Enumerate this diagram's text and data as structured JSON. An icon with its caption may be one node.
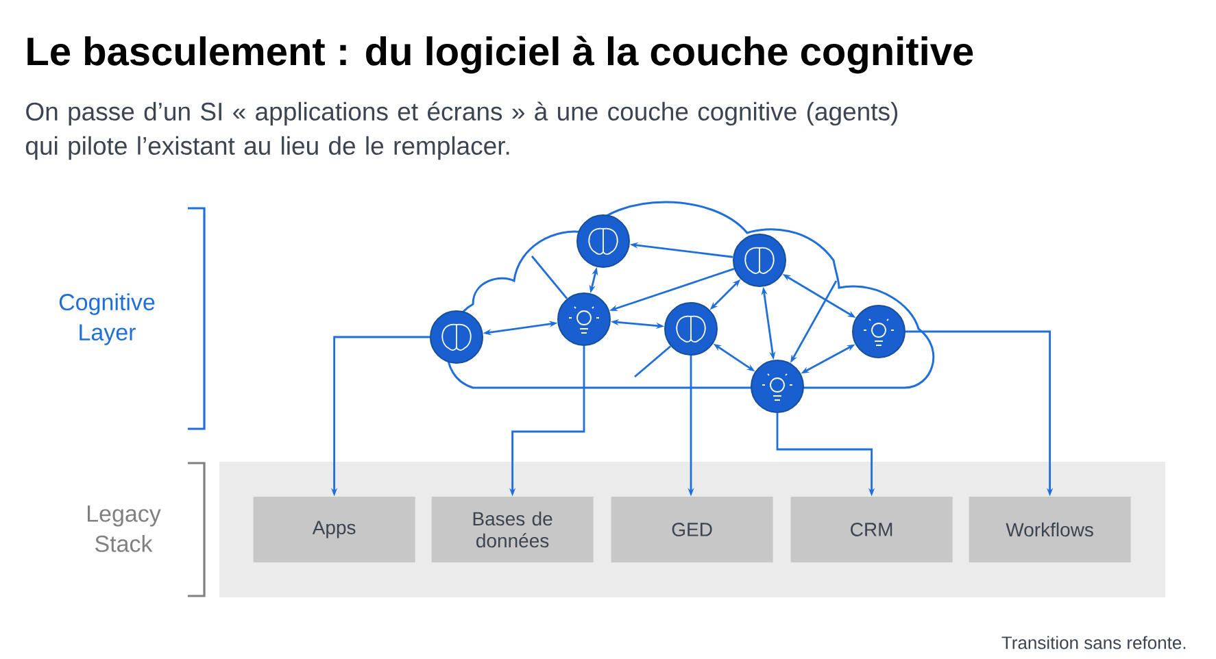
{
  "diagram": {
    "title": "Le basculement : du logiciel à la couche cognitive",
    "caption": "Transition sans refonte.",
    "nodes": [
      {
        "text": [],
        "shape": "circle"
      },
      {
        "text": [],
        "shape": "circle"
      },
      {
        "text": [],
        "shape": "circle"
      },
      {
        "text": [],
        "shape": "circle"
      },
      {
        "text": [],
        "shape": "circle"
      },
      {
        "text": [],
        "shape": "circle"
      },
      {
        "text": [],
        "shape": "circle"
      },
      {
        "text": [],
        "shape": "band"
      },
      {
        "text": [
          "Apps"
        ],
        "in": 7
      },
      {
        "text": [
          "Bases de données"
        ],
        "in": 7
      },
      {
        "text": [
          "GED"
        ],
        "in": 7
      },
      {
        "text": [
          "CRM"
        ],
        "in": 7
      },
      {
        "text": [
          "Workflows"
        ],
        "in": 7
      }
    ],
    "edges": [
      {
        "from": 5,
        "to": 2,
        "arrow": "both"
      },
      {
        "from": 2,
        "to": 0,
        "arrow": "both"
      },
      {
        "from": 1,
        "to": 2,
        "arrow": "to"
      },
      {
        "from": 1,
        "to": 0,
        "arrow": "to"
      },
      {
        "from": 2,
        "to": 3,
        "arrow": "both"
      },
      {
        "from": 3,
        "to": 1,
        "arrow": "both"
      },
      {
        "from": 1,
        "to": 6,
        "arrow": "both"
      },
      {
        "from": 1,
        "to": 4,
        "arrow": "both"
      },
      {
        "from": 3,
        "to": 6,
        "arrow": "both"
      },
      {
        "from": 6,
        "to": 4,
        "arrow": "both"
      },
      {
        "from": null,
        "to": 6,
        "arrow": "to"
      },
      {
        "from": null,
        "to": 2,
        "arrow": "none"
      },
      {
        "from": null,
        "to": 3,
        "arrow": "none"
      },
      {
        "from": 5,
        "to": 8,
        "arrow": "to"
      },
      {
        "from": 2,
        "to": 9,
        "arrow": "to"
      },
      {
        "from": 3,
        "to": 10,
        "arrow": "to"
      },
      {
        "from": 6,
        "to": 11,
        "arrow": "to"
      },
      {
        "from": 4,
        "to": 12,
        "arrow": "to"
      }
    ],
    "labels": [
      "On passe d’un SI « applications et écrans » à une couche cognitive (agents) qui pilote l’existant au lieu de le remplacer.",
      "Cognitive Layer",
      "Legacy Stack"
    ]
  }
}
